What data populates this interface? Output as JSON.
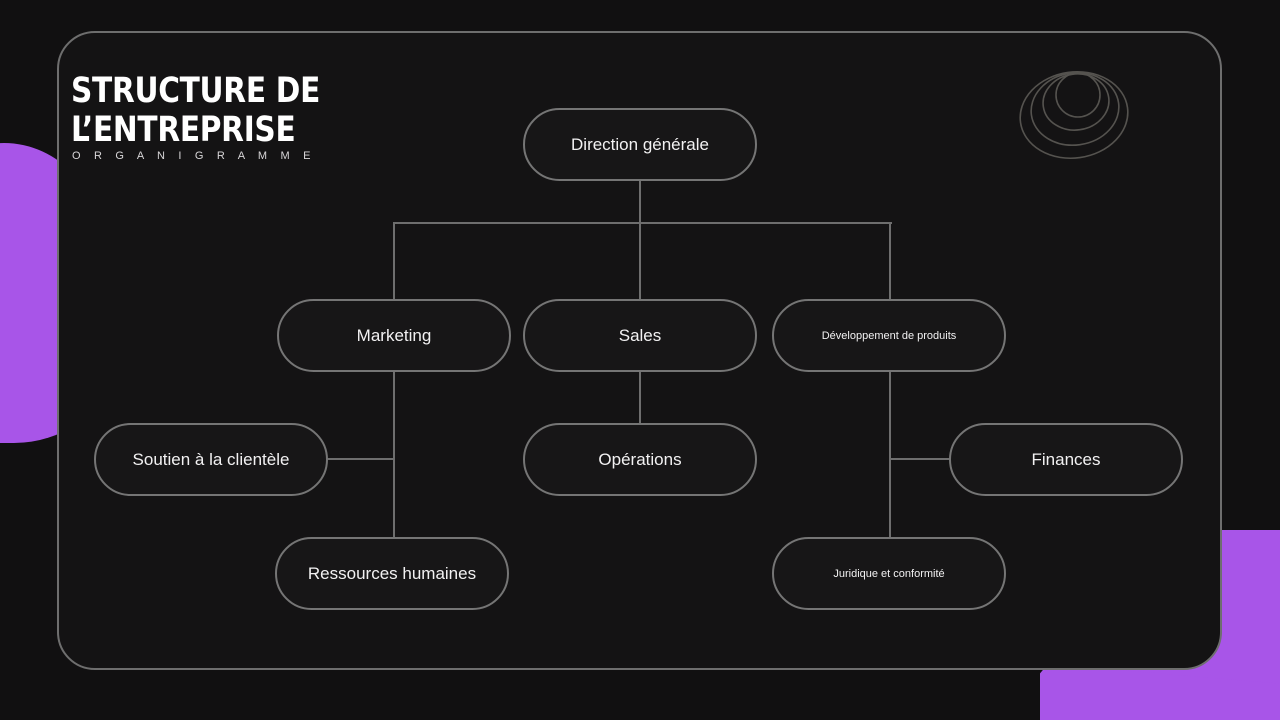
{
  "slide": {
    "title": "STRUCTURE DE L’ENTREPRISE",
    "subtitle": "O R G A N I G R A M M E",
    "logo_icon": "nested-spheres-logo",
    "colors": {
      "page_background": "#111011",
      "card_background": "#141314",
      "card_border": "#6e6e6e",
      "node_border": "#757575",
      "node_background": "#171617",
      "text": "#f2f1f2",
      "accent_purple": "#a855e8"
    }
  },
  "chart_data": {
    "type": "diagram",
    "diagram_kind": "organizational-chart",
    "title": "STRUCTURE DE L’ENTREPRISE",
    "subtitle": "ORGANIGRAMME",
    "nodes": [
      {
        "id": "direction-generale",
        "label": "Direction générale",
        "level": 0,
        "column": "center",
        "font": "normal"
      },
      {
        "id": "marketing",
        "label": "Marketing",
        "level": 1,
        "column": "left",
        "font": "normal"
      },
      {
        "id": "sales",
        "label": "Sales",
        "level": 1,
        "column": "center",
        "font": "normal"
      },
      {
        "id": "developpement-de-produits",
        "label": "Développement de produits",
        "level": 1,
        "column": "right",
        "font": "small"
      },
      {
        "id": "soutien-a-la-clientele",
        "label": "Soutien à la clientèle",
        "level": 2,
        "column": "far-left",
        "font": "normal"
      },
      {
        "id": "operations",
        "label": "Opérations",
        "level": 2,
        "column": "center",
        "font": "normal"
      },
      {
        "id": "finances",
        "label": "Finances",
        "level": 2,
        "column": "far-right",
        "font": "normal"
      },
      {
        "id": "ressources-humaines",
        "label": "Ressources humaines",
        "level": 3,
        "column": "left",
        "font": "normal"
      },
      {
        "id": "juridique-et-conformite",
        "label": "Juridique et conformité",
        "level": 3,
        "column": "right",
        "font": "small"
      }
    ],
    "edges": [
      {
        "from": "direction-generale",
        "to": "marketing"
      },
      {
        "from": "direction-generale",
        "to": "sales"
      },
      {
        "from": "direction-generale",
        "to": "developpement-de-produits"
      },
      {
        "from": "marketing",
        "to": "soutien-a-la-clientele"
      },
      {
        "from": "marketing",
        "to": "ressources-humaines"
      },
      {
        "from": "sales",
        "to": "operations"
      },
      {
        "from": "developpement-de-produits",
        "to": "finances"
      },
      {
        "from": "developpement-de-produits",
        "to": "juridique-et-conformite"
      }
    ]
  }
}
